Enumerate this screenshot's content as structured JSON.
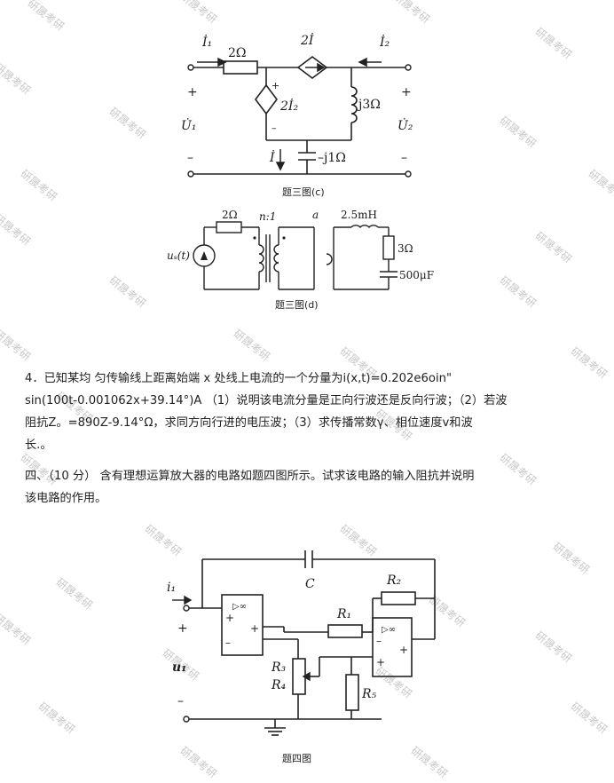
{
  "figures": {
    "c": {
      "caption": "题三图(c)",
      "labels": {
        "i1": "İ₁",
        "r2": "2Ω",
        "dep_source": "2İ",
        "i2": "İ₂",
        "plus_left": "+",
        "u1": "U̇₁",
        "minus_left": "–",
        "dep_voltage": "2İ₂",
        "dep_plus": "+",
        "dep_minus": "–",
        "ind": "j3Ω",
        "plus_right": "+",
        "u2": "U̇₂",
        "minus_right": "–",
        "i": "İ",
        "cap": "–j1Ω"
      }
    },
    "d": {
      "caption": "题三图(d)",
      "labels": {
        "source": "uₛ(t)",
        "r": "2Ω",
        "ratio": "n:1",
        "node_a": "a",
        "ind": "2.5mH",
        "r3": "3Ω",
        "cap": "500μF"
      }
    },
    "four": {
      "caption": "题四图",
      "labels": {
        "i1": "i₁",
        "plus": "+",
        "u1": "u₁",
        "minus": "–",
        "c": "C",
        "r1": "R₁",
        "r2": "R₂",
        "r3": "R₃",
        "r4": "R₄",
        "r5": "R₅",
        "opamp": "▷∞"
      }
    }
  },
  "question4": {
    "line1": "4．已知某均 匀传输线上距离始端 x 处线上电流的一个分量为i(x,t)=0.202e6oin\"",
    "line2": "sin(100t-0.001062x+39.14°)A （1）说明该电流分量是正向行波还是反向行波；（2）若波",
    "line3": "阻抗Z。=890Z-9.14°Ω，求同方向行进的电压波；（3）求传播常数γ、相位速度v和波",
    "line4": "长.。"
  },
  "section4": {
    "line1": "四、（10 分） 含有理想运算放大器的电路如题四图所示。试求该电路的输入阻抗并说明",
    "line2": "该电路的作用。"
  },
  "watermark": "研晟考研"
}
